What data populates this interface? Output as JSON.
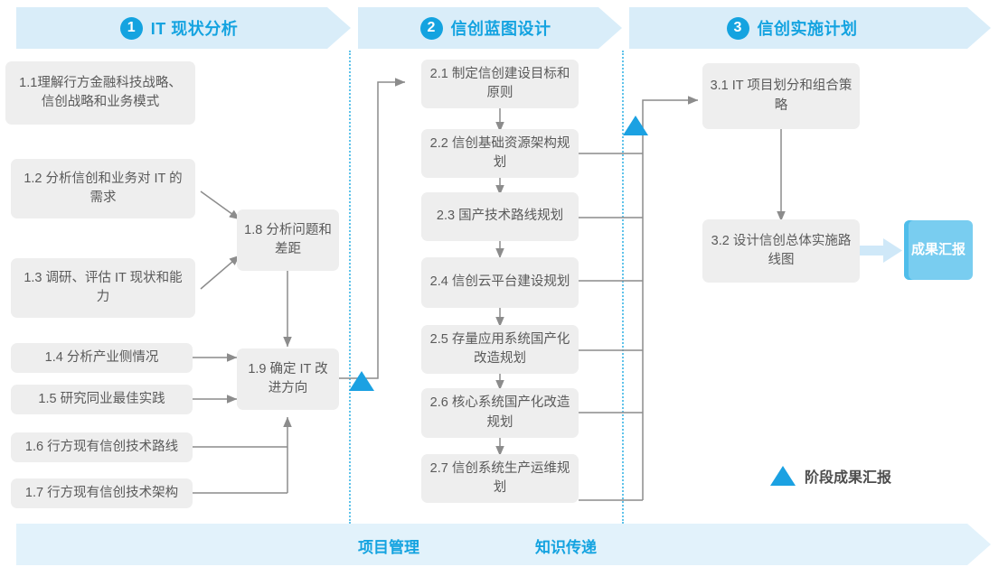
{
  "phases": [
    {
      "num": "1",
      "title": "IT 现状分析"
    },
    {
      "num": "2",
      "title": "信创蓝图设计"
    },
    {
      "num": "3",
      "title": "信创实施计划"
    }
  ],
  "phase1_tasks": [
    {
      "id": "1.1",
      "label": "1.1理解行方金融科技战略、信创战略和业务模式"
    },
    {
      "id": "1.2",
      "label": "1.2 分析信创和业务对 IT 的需求"
    },
    {
      "id": "1.3",
      "label": "1.3 调研、评估 IT 现状和能力"
    },
    {
      "id": "1.4",
      "label": "1.4 分析产业侧情况"
    },
    {
      "id": "1.5",
      "label": "1.5 研究同业最佳实践"
    },
    {
      "id": "1.6",
      "label": "1.6 行方现有信创技术路线"
    },
    {
      "id": "1.7",
      "label": "1.7 行方现有信创技术架构"
    },
    {
      "id": "1.8",
      "label": "1.8 分析问题和差距"
    },
    {
      "id": "1.9",
      "label": "1.9 确定 IT 改进方向"
    }
  ],
  "phase2_tasks": [
    {
      "id": "2.1",
      "label": "2.1 制定信创建设目标和原则"
    },
    {
      "id": "2.2",
      "label": "2.2 信创基础资源架构规划"
    },
    {
      "id": "2.3",
      "label": "2.3 国产技术路线规划"
    },
    {
      "id": "2.4",
      "label": "2.4 信创云平台建设规划"
    },
    {
      "id": "2.5",
      "label": "2.5 存量应用系统国产化改造规划"
    },
    {
      "id": "2.6",
      "label": "2.6 核心系统国产化改造规划"
    },
    {
      "id": "2.7",
      "label": "2.7 信创系统生产运维规划"
    }
  ],
  "phase3_tasks": [
    {
      "id": "3.1",
      "label": "3.1 IT 项目划分和组合策略"
    },
    {
      "id": "3.2",
      "label": "3.2 设计信创总体实施路线图"
    }
  ],
  "result_chip": {
    "label": "成果汇报"
  },
  "legend": {
    "label": "阶段成果汇报",
    "icon": "triangle-milestone-icon"
  },
  "bottom_bar": {
    "labels": [
      {
        "label": "项目管理"
      },
      {
        "label": "知识传递"
      }
    ]
  },
  "colors": {
    "accent": "#14a3e0",
    "milestone": "#1ba1e2",
    "band": "#d9edf9",
    "bottom_band": "#e2f2fb",
    "box": "#eeeeee",
    "box_text": "#5a5a5a",
    "chip": "#79cdf0",
    "chip_edge": "#4fbdea",
    "connector": "#8c8c8c",
    "separator": "#5fc3ea"
  }
}
